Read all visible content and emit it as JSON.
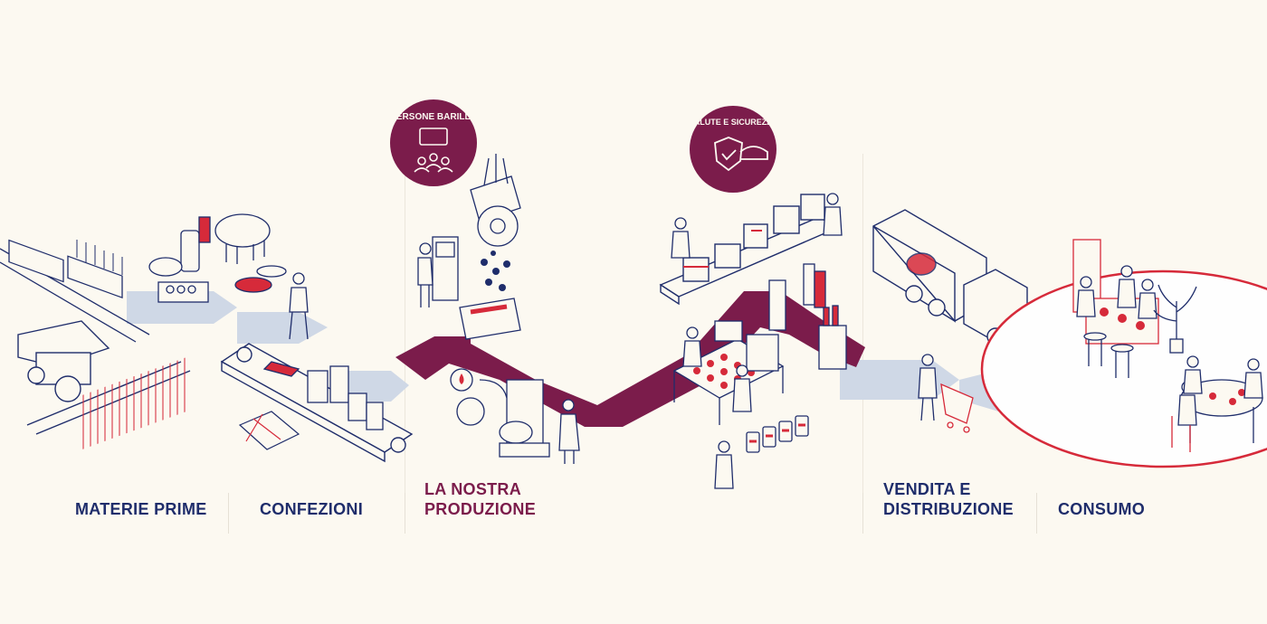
{
  "colors": {
    "background": "#fcf9f1",
    "navy": "#1f2d6b",
    "burgundy": "#7b1c4b",
    "red": "#d62a3a",
    "flow_arrow": "#cfd8e6"
  },
  "badges": {
    "people": {
      "text": "PERSONE BARILLA",
      "icon": "speech-bubble-people-icon"
    },
    "safety": {
      "text": "SALUTE E SICUREZZA",
      "icon": "shield-helmet-icon"
    }
  },
  "stages": {
    "raw_materials": "MATERIE PRIME",
    "packaging": "CONFEZIONI",
    "production_line1": "LA NOSTRA",
    "production_line2": "PRODUZIONE",
    "distribution_line1": "VENDITA E",
    "distribution_line2": "DISTRIBUZIONE",
    "consumption": "CONSUMO"
  }
}
